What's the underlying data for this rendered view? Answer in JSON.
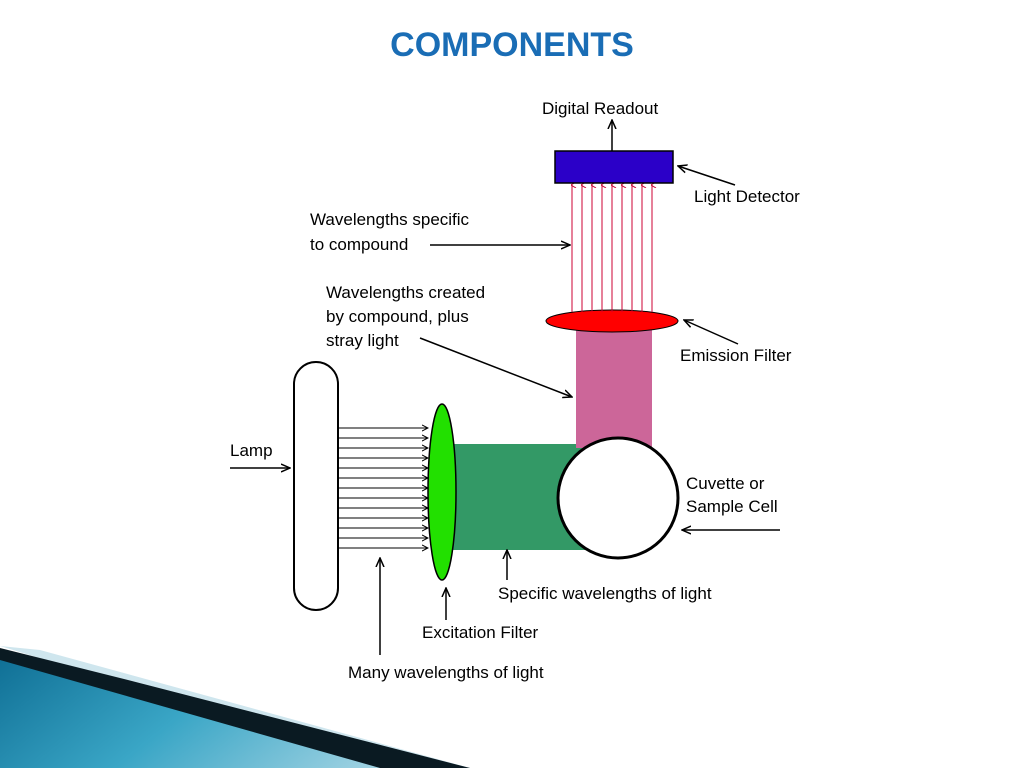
{
  "slide": {
    "title": "COMPONENTS"
  },
  "diagram": {
    "labels": {
      "digital_readout": "Digital Readout",
      "light_detector": "Light Detector",
      "specific_line1": "Wavelengths specific",
      "specific_line2": "to compound",
      "created_line1": "Wavelengths created",
      "created_line2": "by compound, plus",
      "created_line3": "stray light",
      "emission_filter": "Emission Filter",
      "lamp": "Lamp",
      "cuvette_line1": "Cuvette or",
      "cuvette_line2": "Sample Cell",
      "specific_light": "Specific wavelengths of light",
      "excitation_filter": "Excitation Filter",
      "many_wavelengths": "Many wavelengths of light"
    },
    "colors": {
      "title": "#1a6db5",
      "detector": "#2b00c8",
      "emission_filter": "#ff0000",
      "emission_beam": "#cc6699",
      "detector_rays": "#cc0033",
      "excitation_filter": "#22e000",
      "excitation_beam": "#339966",
      "accent_dark": "#0a1a22",
      "accent_blue": "#1f8db0",
      "accent_light": "#cfe6ee"
    }
  }
}
